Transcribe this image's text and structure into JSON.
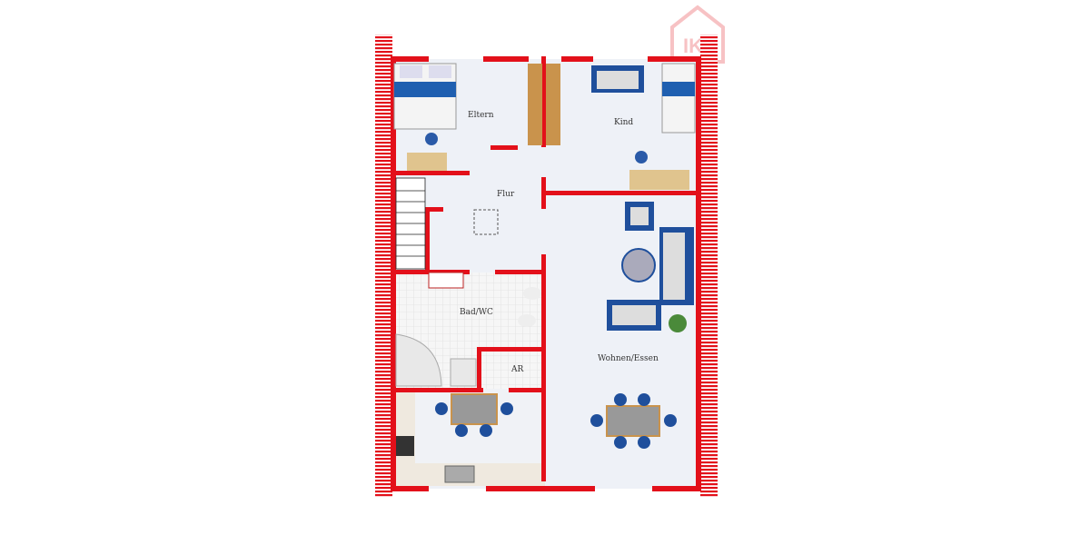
{
  "rooms": {
    "eltern": "Eltern",
    "kind": "Kind",
    "flur": "Flur",
    "bad": "Bad/WC",
    "ar": "AR",
    "wohnen": "Wohnen/Essen"
  },
  "colors": {
    "wall": "#e3101a",
    "floor": "#eef1f7",
    "tile": "#f4f4f4",
    "furniture_blue": "#1f4f9c",
    "wood": "#c9934c"
  },
  "logo": {
    "icon": "house-logo-watermark",
    "text": "IK"
  }
}
